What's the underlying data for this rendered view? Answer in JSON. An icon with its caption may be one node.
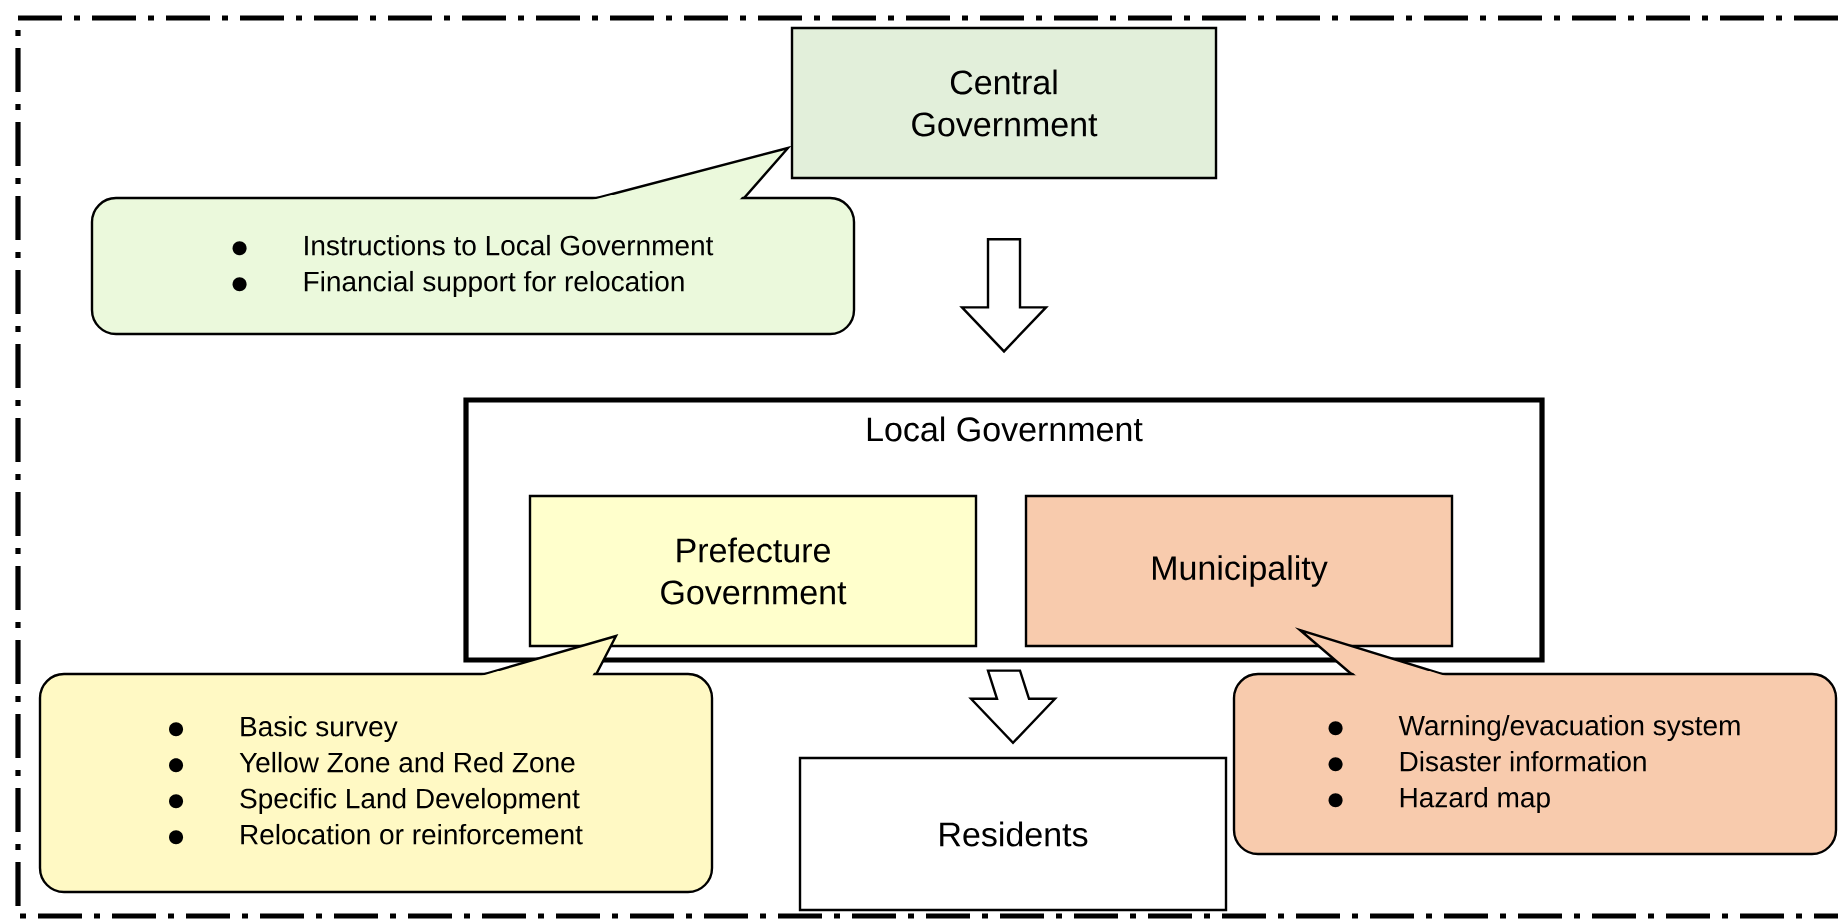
{
  "diagram": {
    "nodes": [
      {
        "text": [
          "Central Government"
        ]
      },
      {
        "text": [
          "Instructions to Local Government",
          "Financial support for relocation"
        ]
      },
      {
        "text": [
          "Local Government"
        ]
      },
      {
        "text": [
          "Prefecture Government"
        ],
        "in": 2
      },
      {
        "text": [
          "Municipality"
        ],
        "in": 2
      },
      {
        "text": [
          "Basic survey",
          "Yellow Zone and Red Zone",
          "Specific Land Development",
          "Relocation or reinforcement"
        ]
      },
      {
        "text": [
          "Residents"
        ]
      },
      {
        "text": [
          "Warning/evacuation system",
          "Disaster information",
          "Hazard map"
        ]
      }
    ],
    "edges": [
      {
        "from": 0,
        "to": 2,
        "arrow": "to"
      },
      {
        "from": 2,
        "to": 6,
        "arrow": "to"
      }
    ]
  }
}
